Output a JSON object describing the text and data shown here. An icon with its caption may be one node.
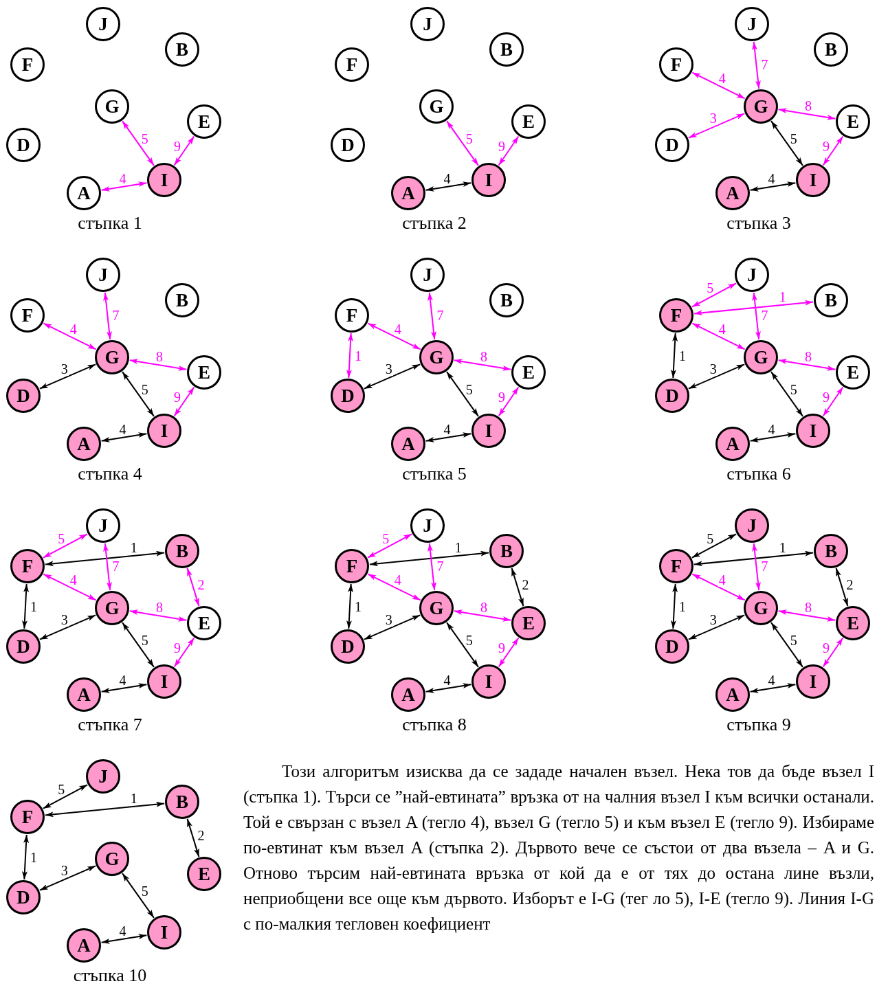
{
  "diagram": {
    "nodes": [
      {
        "text": [
          "J"
        ]
      },
      {
        "text": [
          "B"
        ]
      },
      {
        "text": [
          "F"
        ]
      },
      {
        "text": [
          "G"
        ]
      },
      {
        "text": [
          "E"
        ]
      },
      {
        "text": [
          "D"
        ]
      },
      {
        "text": [
          "I"
        ]
      },
      {
        "text": [
          "A"
        ]
      },
      {
        "text": [
          "J"
        ]
      },
      {
        "text": [
          "B"
        ]
      },
      {
        "text": [
          "F"
        ]
      },
      {
        "text": [
          "G"
        ]
      },
      {
        "text": [
          "E"
        ]
      },
      {
        "text": [
          "D"
        ]
      },
      {
        "text": [
          "I"
        ]
      },
      {
        "text": [
          "A"
        ]
      },
      {
        "text": [
          "J"
        ]
      },
      {
        "text": [
          "B"
        ]
      },
      {
        "text": [
          "F"
        ]
      },
      {
        "text": [
          "G"
        ]
      },
      {
        "text": [
          "E"
        ]
      },
      {
        "text": [
          "D"
        ]
      },
      {
        "text": [
          "I"
        ]
      },
      {
        "text": [
          "A"
        ]
      },
      {
        "text": [
          "J"
        ]
      },
      {
        "text": [
          "B"
        ]
      },
      {
        "text": [
          "F"
        ]
      },
      {
        "text": [
          "G"
        ]
      },
      {
        "text": [
          "E"
        ]
      },
      {
        "text": [
          "D"
        ]
      },
      {
        "text": [
          "I"
        ]
      },
      {
        "text": [
          "A"
        ]
      },
      {
        "text": [
          "J"
        ]
      },
      {
        "text": [
          "B"
        ]
      },
      {
        "text": [
          "F"
        ]
      },
      {
        "text": [
          "G"
        ]
      },
      {
        "text": [
          "E"
        ]
      },
      {
        "text": [
          "D"
        ]
      },
      {
        "text": [
          "I"
        ]
      },
      {
        "text": [
          "A"
        ]
      },
      {
        "text": [
          "J"
        ]
      },
      {
        "text": [
          "B"
        ]
      },
      {
        "text": [
          "F"
        ]
      },
      {
        "text": [
          "G"
        ]
      },
      {
        "text": [
          "E"
        ]
      },
      {
        "text": [
          "D"
        ]
      },
      {
        "text": [
          "I"
        ]
      },
      {
        "text": [
          "A"
        ]
      },
      {
        "text": [
          "J"
        ]
      },
      {
        "text": [
          "B"
        ]
      },
      {
        "text": [
          "F"
        ]
      },
      {
        "text": [
          "G"
        ]
      },
      {
        "text": [
          "E"
        ]
      },
      {
        "text": [
          "D"
        ]
      },
      {
        "text": [
          "I"
        ]
      },
      {
        "text": [
          "A"
        ]
      },
      {
        "text": [
          "J"
        ]
      },
      {
        "text": [
          "B"
        ]
      },
      {
        "text": [
          "F"
        ]
      },
      {
        "text": [
          "G"
        ]
      },
      {
        "text": [
          "E"
        ]
      },
      {
        "text": [
          "D"
        ]
      },
      {
        "text": [
          "I"
        ]
      },
      {
        "text": [
          "A"
        ]
      },
      {
        "text": [
          "J"
        ]
      },
      {
        "text": [
          "B"
        ]
      },
      {
        "text": [
          "F"
        ]
      },
      {
        "text": [
          "G"
        ]
      },
      {
        "text": [
          "E"
        ]
      },
      {
        "text": [
          "D"
        ]
      },
      {
        "text": [
          "I"
        ]
      },
      {
        "text": [
          "A"
        ]
      },
      {
        "text": [
          "J"
        ]
      },
      {
        "text": [
          "B"
        ]
      },
      {
        "text": [
          "F"
        ]
      },
      {
        "text": [
          "G"
        ]
      },
      {
        "text": [
          "E"
        ]
      },
      {
        "text": [
          "D"
        ]
      },
      {
        "text": [
          "I"
        ]
      },
      {
        "text": [
          "A"
        ]
      }
    ],
    "edges": [
      {
        "from": 6,
        "to": 7,
        "arrow": "both",
        "label": "4",
        "color": "#ff00ff"
      },
      {
        "from": 6,
        "to": 3,
        "arrow": "both",
        "label": "5",
        "color": "#ff00ff"
      },
      {
        "from": 6,
        "to": 4,
        "arrow": "both",
        "label": "9",
        "color": "#ff00ff"
      },
      {
        "from": 15,
        "to": 14,
        "arrow": "both",
        "label": "4",
        "color": "#000000"
      },
      {
        "from": 14,
        "to": 11,
        "arrow": "both",
        "label": "5",
        "color": "#ff00ff"
      },
      {
        "from": 14,
        "to": 12,
        "arrow": "both",
        "label": "9",
        "color": "#ff00ff"
      },
      {
        "from": 23,
        "to": 22,
        "arrow": "both",
        "label": "4",
        "color": "#000000"
      },
      {
        "from": 19,
        "to": 22,
        "arrow": "both",
        "label": "5",
        "color": "#000000"
      },
      {
        "from": 22,
        "to": 20,
        "arrow": "both",
        "label": "9",
        "color": "#ff00ff"
      },
      {
        "from": 19,
        "to": 18,
        "arrow": "both",
        "label": "4",
        "color": "#ff00ff"
      },
      {
        "from": 19,
        "to": 16,
        "arrow": "both",
        "label": "7",
        "color": "#ff00ff"
      },
      {
        "from": 19,
        "to": 21,
        "arrow": "both",
        "label": "3",
        "color": "#ff00ff"
      },
      {
        "from": 19,
        "to": 20,
        "arrow": "both",
        "label": "8",
        "color": "#ff00ff"
      },
      {
        "from": 31,
        "to": 30,
        "arrow": "both",
        "label": "4",
        "color": "#000000"
      },
      {
        "from": 27,
        "to": 30,
        "arrow": "both",
        "label": "5",
        "color": "#000000"
      },
      {
        "from": 27,
        "to": 29,
        "arrow": "both",
        "label": "3",
        "color": "#000000"
      },
      {
        "from": 27,
        "to": 26,
        "arrow": "both",
        "label": "4",
        "color": "#ff00ff"
      },
      {
        "from": 27,
        "to": 24,
        "arrow": "both",
        "label": "7",
        "color": "#ff00ff"
      },
      {
        "from": 27,
        "to": 28,
        "arrow": "both",
        "label": "8",
        "color": "#ff00ff"
      },
      {
        "from": 30,
        "to": 28,
        "arrow": "both",
        "label": "9",
        "color": "#ff00ff"
      },
      {
        "from": 39,
        "to": 38,
        "arrow": "both",
        "label": "4",
        "color": "#000000"
      },
      {
        "from": 35,
        "to": 38,
        "arrow": "both",
        "label": "5",
        "color": "#000000"
      },
      {
        "from": 35,
        "to": 37,
        "arrow": "both",
        "label": "3",
        "color": "#000000"
      },
      {
        "from": 37,
        "to": 34,
        "arrow": "both",
        "label": "1",
        "color": "#ff00ff"
      },
      {
        "from": 35,
        "to": 34,
        "arrow": "both",
        "label": "4",
        "color": "#ff00ff"
      },
      {
        "from": 35,
        "to": 32,
        "arrow": "both",
        "label": "7",
        "color": "#ff00ff"
      },
      {
        "from": 35,
        "to": 36,
        "arrow": "both",
        "label": "8",
        "color": "#ff00ff"
      },
      {
        "from": 38,
        "to": 36,
        "arrow": "both",
        "label": "9",
        "color": "#ff00ff"
      },
      {
        "from": 47,
        "to": 46,
        "arrow": "both",
        "label": "4",
        "color": "#000000"
      },
      {
        "from": 43,
        "to": 46,
        "arrow": "both",
        "label": "5",
        "color": "#000000"
      },
      {
        "from": 43,
        "to": 45,
        "arrow": "both",
        "label": "3",
        "color": "#000000"
      },
      {
        "from": 45,
        "to": 42,
        "arrow": "both",
        "label": "1",
        "color": "#000000"
      },
      {
        "from": 42,
        "to": 40,
        "arrow": "both",
        "label": "5",
        "color": "#ff00ff"
      },
      {
        "from": 42,
        "to": 41,
        "arrow": "both",
        "label": "1",
        "color": "#ff00ff"
      },
      {
        "from": 42,
        "to": 43,
        "arrow": "both",
        "label": "4",
        "color": "#ff00ff"
      },
      {
        "from": 43,
        "to": 40,
        "arrow": "both",
        "label": "7",
        "color": "#ff00ff"
      },
      {
        "from": 43,
        "to": 44,
        "arrow": "both",
        "label": "8",
        "color": "#ff00ff"
      },
      {
        "from": 46,
        "to": 44,
        "arrow": "both",
        "label": "9",
        "color": "#ff00ff"
      },
      {
        "from": 55,
        "to": 54,
        "arrow": "both",
        "label": "4",
        "color": "#000000"
      },
      {
        "from": 51,
        "to": 54,
        "arrow": "both",
        "label": "5",
        "color": "#000000"
      },
      {
        "from": 51,
        "to": 53,
        "arrow": "both",
        "label": "3",
        "color": "#000000"
      },
      {
        "from": 53,
        "to": 50,
        "arrow": "both",
        "label": "1",
        "color": "#000000"
      },
      {
        "from": 50,
        "to": 49,
        "arrow": "both",
        "label": "1",
        "color": "#000000"
      },
      {
        "from": 50,
        "to": 48,
        "arrow": "both",
        "label": "5",
        "color": "#ff00ff"
      },
      {
        "from": 50,
        "to": 51,
        "arrow": "both",
        "label": "4",
        "color": "#ff00ff"
      },
      {
        "from": 51,
        "to": 48,
        "arrow": "both",
        "label": "7",
        "color": "#ff00ff"
      },
      {
        "from": 49,
        "to": 52,
        "arrow": "both",
        "label": "2",
        "color": "#ff00ff"
      },
      {
        "from": 51,
        "to": 52,
        "arrow": "both",
        "label": "8",
        "color": "#ff00ff"
      },
      {
        "from": 54,
        "to": 52,
        "arrow": "both",
        "label": "9",
        "color": "#ff00ff"
      },
      {
        "from": 63,
        "to": 62,
        "arrow": "both",
        "label": "4",
        "color": "#000000"
      },
      {
        "from": 59,
        "to": 62,
        "arrow": "both",
        "label": "5",
        "color": "#000000"
      },
      {
        "from": 59,
        "to": 61,
        "arrow": "both",
        "label": "3",
        "color": "#000000"
      },
      {
        "from": 61,
        "to": 58,
        "arrow": "both",
        "label": "1",
        "color": "#000000"
      },
      {
        "from": 58,
        "to": 57,
        "arrow": "both",
        "label": "1",
        "color": "#000000"
      },
      {
        "from": 57,
        "to": 60,
        "arrow": "both",
        "label": "2",
        "color": "#000000"
      },
      {
        "from": 58,
        "to": 56,
        "arrow": "both",
        "label": "5",
        "color": "#ff00ff"
      },
      {
        "from": 58,
        "to": 59,
        "arrow": "both",
        "label": "4",
        "color": "#ff00ff"
      },
      {
        "from": 59,
        "to": 56,
        "arrow": "both",
        "label": "7",
        "color": "#ff00ff"
      },
      {
        "from": 59,
        "to": 60,
        "arrow": "both",
        "label": "8",
        "color": "#ff00ff"
      },
      {
        "from": 62,
        "to": 60,
        "arrow": "both",
        "label": "9",
        "color": "#ff00ff"
      },
      {
        "from": 71,
        "to": 70,
        "arrow": "both",
        "label": "4",
        "color": "#000000"
      },
      {
        "from": 67,
        "to": 70,
        "arrow": "both",
        "label": "5",
        "color": "#000000"
      },
      {
        "from": 67,
        "to": 69,
        "arrow": "both",
        "label": "3",
        "color": "#000000"
      },
      {
        "from": 69,
        "to": 66,
        "arrow": "both",
        "label": "1",
        "color": "#000000"
      },
      {
        "from": 66,
        "to": 65,
        "arrow": "both",
        "label": "1",
        "color": "#000000"
      },
      {
        "from": 65,
        "to": 68,
        "arrow": "both",
        "label": "2",
        "color": "#000000"
      },
      {
        "from": 66,
        "to": 64,
        "arrow": "both",
        "label": "5",
        "color": "#000000"
      },
      {
        "from": 66,
        "to": 67,
        "arrow": "both",
        "label": "4",
        "color": "#ff00ff"
      },
      {
        "from": 67,
        "to": 64,
        "arrow": "both",
        "label": "7",
        "color": "#ff00ff"
      },
      {
        "from": 67,
        "to": 68,
        "arrow": "both",
        "label": "8",
        "color": "#ff00ff"
      },
      {
        "from": 70,
        "to": 68,
        "arrow": "both",
        "label": "9",
        "color": "#ff00ff"
      },
      {
        "from": 74,
        "to": 72,
        "arrow": "both",
        "label": "5",
        "color": "#000000"
      },
      {
        "from": 74,
        "to": 73,
        "arrow": "both",
        "label": "1",
        "color": "#000000"
      },
      {
        "from": 77,
        "to": 74,
        "arrow": "both",
        "label": "1",
        "color": "#000000"
      },
      {
        "from": 77,
        "to": 75,
        "arrow": "both",
        "label": "3",
        "color": "#000000"
      },
      {
        "from": 73,
        "to": 76,
        "arrow": "both",
        "label": "2",
        "color": "#000000"
      },
      {
        "from": 75,
        "to": 78,
        "arrow": "both",
        "label": "5",
        "color": "#000000"
      },
      {
        "from": 79,
        "to": 78,
        "arrow": "both",
        "label": "4",
        "color": "#000000"
      }
    ],
    "labels": [
      "стъпка 1",
      "стъпка 2",
      "стъпка 3",
      "стъпка 4",
      "стъпка 5",
      "стъпка 6",
      "стъпка 7",
      "стъпка 8",
      "стъпка 9",
      "Този алгоритъм изисква да се зададе начален възел. Нека тов да бъде възел I (стъпка 1). Търси се ”най-евтината” връзка от на чалния възел I към всички останали. Той е свързан с възел A (тегло 4), възел G (тегло 5) и към възел E (тегло 9). Избираме по-евтинат към възел A (стъпка 2). Дървото вече се състои от два възела – A и G. Отново търсим най-евтината връзка от кой да е от тях до остана лине възли, неприобщени все още към дървото. Изборът е I-G (тег ло 5), I-E (тегло 9). Линия I-G с по-малкия тегловен коефициент",
      "стъпка 10"
    ]
  }
}
